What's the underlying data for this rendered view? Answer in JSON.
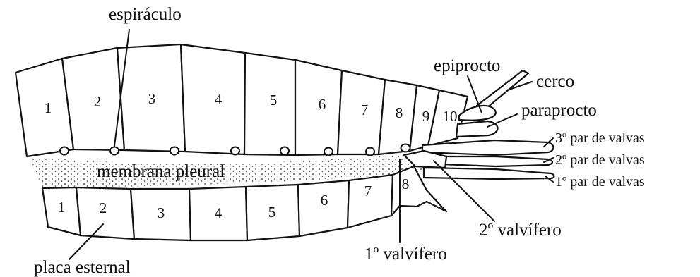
{
  "labels": {
    "espiraculo": "espiráculo",
    "membrana_pleural": "membrana pleural",
    "placa_esternal": "placa esternal",
    "epiprocto": "epiprocto",
    "cerco": "cerco",
    "paraprocto": "paraprocto",
    "valvas3": "3º par de valvas",
    "valvas2": "2º par de valvas",
    "valvas1": "1º par de valvas",
    "valvifero2": "2º valvífero",
    "valvifero1": "1º valvífero"
  },
  "tergite_numbers": [
    "1",
    "2",
    "3",
    "4",
    "5",
    "6",
    "7",
    "8",
    "9",
    "10"
  ],
  "sternite_numbers": [
    "1",
    "2",
    "3",
    "4",
    "5",
    "6",
    "7",
    "8"
  ]
}
